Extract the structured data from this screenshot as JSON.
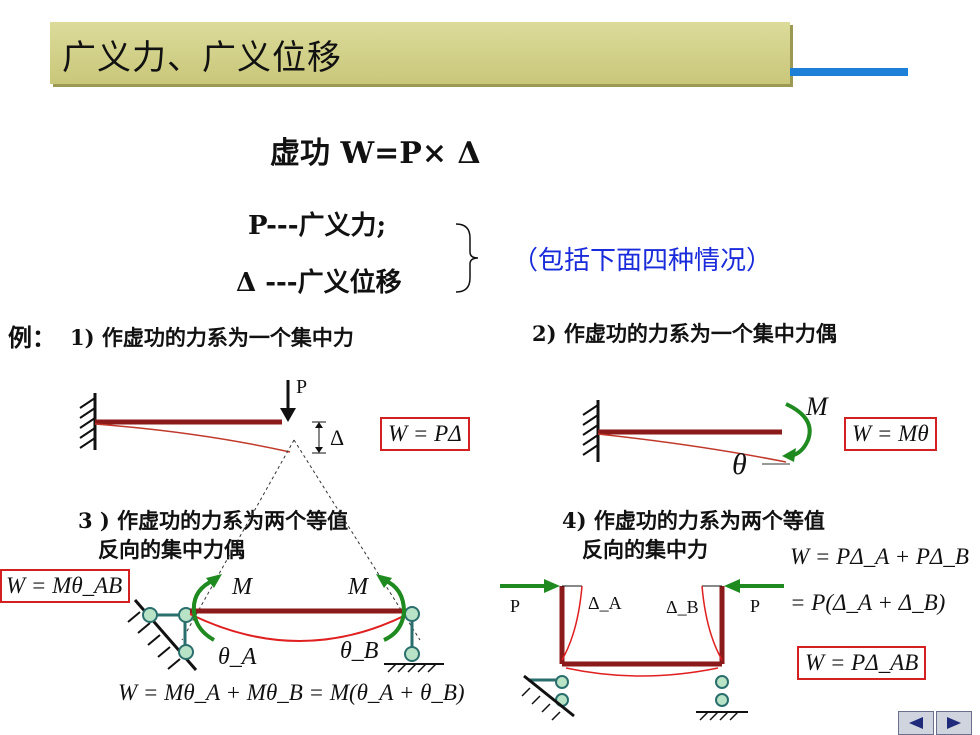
{
  "header": {
    "title": "广义力、广义位移"
  },
  "formula": {
    "text": "虚功  W=P× Δ"
  },
  "definitions": {
    "p_line": "P---广义力;",
    "delta_line": "Δ ---广义位移",
    "note": "（包括下面四种情况）"
  },
  "examples": {
    "prefix": "例：",
    "case1": "1) 作虚功的力系为一个集中力",
    "case2": "2) 作虚功的力系为一个集中力偶",
    "case3_line1": "3 ) 作虚功的力系为两个等值",
    "case3_line2": "反向的集中力偶",
    "case4_line1": "4) 作虚功的力系为两个等值",
    "case4_line2": "反向的集中力"
  },
  "equations": {
    "eq1": "W = PΔ",
    "eq2": "W = Mθ",
    "eq3_box": "W = Mθ_AB",
    "eq3_sum": "W = Mθ_A + Mθ_B = M(θ_A + θ_B)",
    "eq4_line1": "W = PΔ_A + PΔ_B",
    "eq4_line2": "= P(Δ_A + Δ_B)",
    "eq4_box": "W = PΔ_AB"
  },
  "labels": {
    "P": "P",
    "delta": "Δ",
    "M": "M",
    "theta": "θ",
    "theta_A": "θ_A",
    "theta_B": "θ_B",
    "delta_A": "Δ_A",
    "delta_B": "Δ_B"
  },
  "colors": {
    "beam": "#8b1a1a",
    "deflection": "#d32020",
    "moment_arrow": "#1f8a1f",
    "note": "#1a2bdc",
    "accent": "#1e7fd6"
  },
  "nav": {
    "prev_icon": "triangle-left-icon",
    "next_icon": "triangle-right-icon"
  }
}
